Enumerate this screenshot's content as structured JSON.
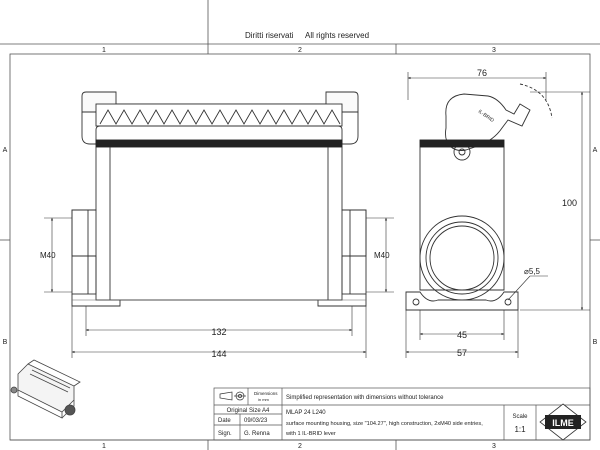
{
  "header": {
    "rights_it": "Diritti riservati",
    "rights_en": "All rights reserved"
  },
  "grid": {
    "columns": [
      "1",
      "2",
      "3"
    ],
    "rows": [
      "A",
      "B"
    ]
  },
  "front_view": {
    "dim_width_inner": "132",
    "dim_width_outer": "144",
    "thread_left": "M40",
    "thread_right": "M40"
  },
  "side_view": {
    "dim_top_width": "76",
    "dim_height": "100",
    "dim_hole": "⌀5,5",
    "dim_base_inner": "45",
    "dim_base_outer": "57",
    "lever_text": "IL-BRID"
  },
  "title_block": {
    "dimensions_label": "Dimensions",
    "dimensions_unit": "in mm",
    "note": "Simplified representation with dimensions without tolerance",
    "original_size_label": "Original Size A4",
    "date_label": "Date",
    "date_value": "09/03/23",
    "sign_label": "Sign.",
    "sign_value": "G. Renna",
    "product_code": "MLAP 24 L240",
    "desc_line1": "surface mounting housing, size \"104.27\", high construction, 2xM40 side entries,",
    "desc_line2": "with 1 IL-BRID lever",
    "scale_label": "Scale",
    "scale_value": "1:1",
    "logo_text": "ILME"
  }
}
